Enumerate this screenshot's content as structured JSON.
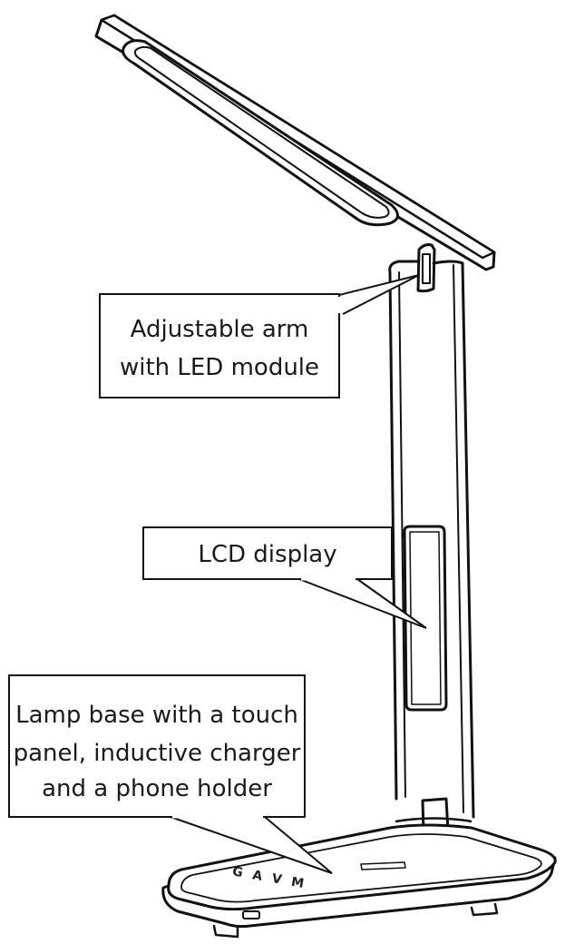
{
  "callouts": {
    "arm": {
      "line1": "Adjustable arm",
      "line2": "with LED module"
    },
    "lcd": {
      "line1": "LCD display"
    },
    "base": {
      "line1": "Lamp base with a touch",
      "line2": "panel, inductive charger",
      "line3": "and a phone holder"
    }
  },
  "base_panel": {
    "icons_text": "G A V M"
  },
  "colors": {
    "stroke": "#111111",
    "background": "#ffffff"
  }
}
